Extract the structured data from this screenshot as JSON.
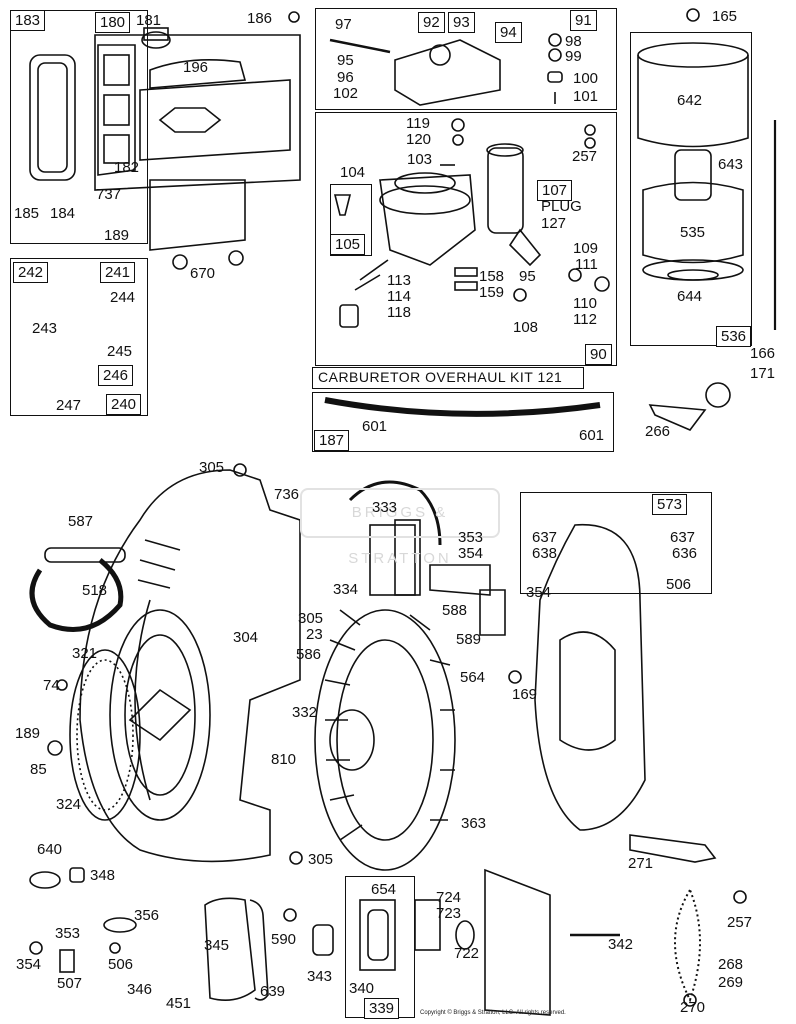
{
  "watermark": "BRIGGS & STRATTON",
  "copyright": "Copyright © Briggs & Stratton, LLC. All rights reserved.",
  "kit_title": "CARBURETOR OVERHAUL KIT 121",
  "plug_text": "PLUG 127",
  "box_labels": {
    "b183": "183",
    "b180": "180",
    "b241": "241",
    "b240": "240",
    "b246": "246",
    "b91": "91",
    "b92": "92",
    "b93": "93",
    "b94": "94",
    "b90": "90",
    "b107": "107",
    "b105": "105",
    "b187": "187",
    "b536": "536",
    "b573": "573",
    "b339": "339"
  },
  "parts": {
    "p181": "181",
    "p186": "186",
    "p196": "196",
    "p182": "182",
    "p185": "185",
    "p184": "184",
    "p737": "737",
    "p189a": "189",
    "p670": "670",
    "p242": "242",
    "p244": "244",
    "p243": "243",
    "p245": "245",
    "p247": "247",
    "p97": "97",
    "p95a": "95",
    "p96": "96",
    "p102": "102",
    "p98": "98",
    "p99": "99",
    "p100": "100",
    "p101": "101",
    "p119": "119",
    "p120": "120",
    "p257a": "257",
    "p104": "104",
    "p103": "103",
    "p113": "113",
    "p114": "114",
    "p118": "118",
    "p158": "158",
    "p159": "159",
    "p95b": "95",
    "p108": "108",
    "p109": "109",
    "p111": "111",
    "p110": "110",
    "p112": "112",
    "p165": "165",
    "p642": "642",
    "p643": "643",
    "p535": "535",
    "p644": "644",
    "p166": "166",
    "p171": "171",
    "p601a": "601",
    "p601b": "601",
    "p266": "266",
    "p305a": "305",
    "p736": "736",
    "p587": "587",
    "p518": "518",
    "p304": "304",
    "p321": "321",
    "p74": "74",
    "p189b": "189",
    "p85": "85",
    "p324": "324",
    "p333": "333",
    "p334": "334",
    "p305b": "305",
    "p23": "23",
    "p586": "586",
    "p332": "332",
    "p810": "810",
    "p353a": "353",
    "p354a": "354",
    "p588": "588",
    "p589": "589",
    "p564": "564",
    "p169": "169",
    "p363": "363",
    "p637a": "637",
    "p638": "638",
    "p354b": "354",
    "p637b": "637",
    "p636": "636",
    "p506a": "506",
    "p271": "271",
    "p305c": "305",
    "p640": "640",
    "p348": "348",
    "p356": "356",
    "p353b": "353",
    "p354c": "354",
    "p507": "507",
    "p506b": "506",
    "p345": "345",
    "p346": "346",
    "p451": "451",
    "p639": "639",
    "p590": "590",
    "p343": "343",
    "p654": "654",
    "p340": "340",
    "p724": "724",
    "p723": "723",
    "p722": "722",
    "p342": "342",
    "p257b": "257",
    "p268": "268",
    "p269": "269",
    "p270": "270"
  }
}
